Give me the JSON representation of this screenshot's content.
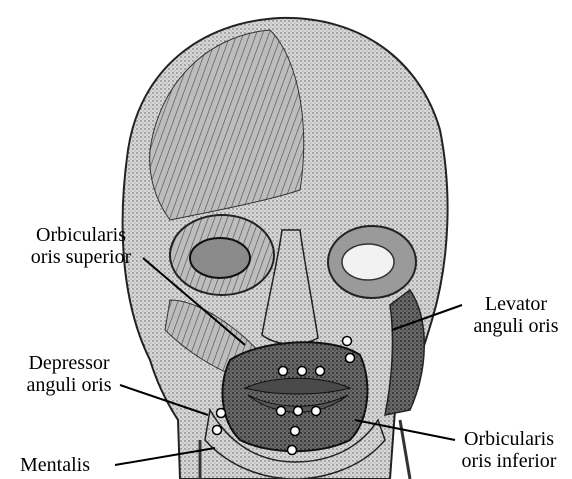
{
  "figure": {
    "labels": {
      "orbicularis_superior": [
        "Orbicularis",
        "oris superior"
      ],
      "levator": [
        "Levator",
        "anguli oris"
      ],
      "depressor": [
        "Depressor",
        "anguli oris"
      ],
      "mentalis": [
        "Mentalis"
      ],
      "orbicularis_inferior": [
        "Orbicularis",
        "oris inferior"
      ]
    },
    "colors": {
      "ink": "#000000",
      "background": "#ffffff",
      "skull_fill": "#cfcfcf",
      "muscle_dark": "#3a3a3a",
      "marker": "#ffffff"
    }
  }
}
